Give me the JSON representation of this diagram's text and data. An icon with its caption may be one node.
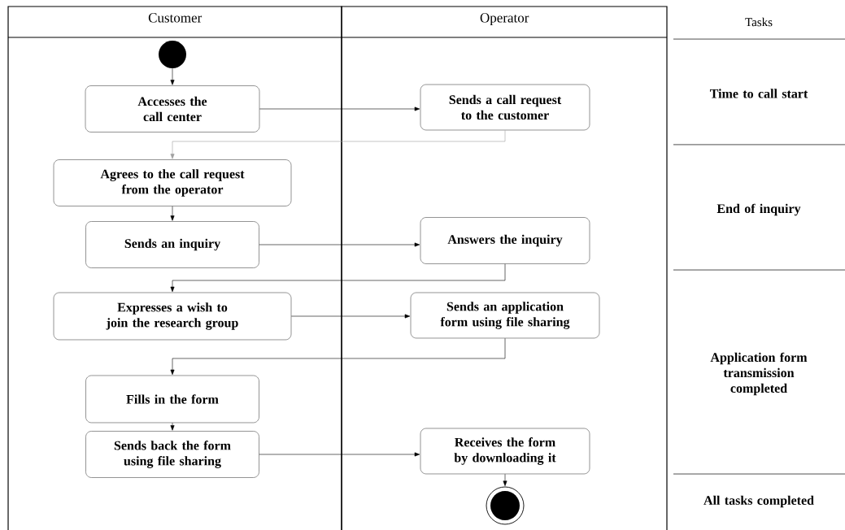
{
  "diagram": {
    "nodes": [
      {
        "text": [
          "Customer"
        ]
      },
      {
        "text": [
          "Operator"
        ]
      },
      {
        "text": [],
        "shape": "circle",
        "in": 0
      },
      {
        "text": [
          "Accesses the call center"
        ],
        "in": 0
      },
      {
        "text": [
          "Sends a call request to the customer"
        ],
        "in": 1
      },
      {
        "text": [
          "Agrees to the call request from the operator"
        ],
        "in": 0
      },
      {
        "text": [
          "Sends an inquiry"
        ],
        "in": 0
      },
      {
        "text": [
          "Answers the inquiry"
        ],
        "in": 1
      },
      {
        "text": [
          "Expresses a wish to join the research group"
        ],
        "in": 0
      },
      {
        "text": [
          "Sends an application form using file sharing"
        ],
        "in": 1
      },
      {
        "text": [
          "Fills in the form"
        ],
        "in": 0
      },
      {
        "text": [
          "Sends back the form using file sharing"
        ],
        "in": 0
      },
      {
        "text": [
          "Receives the form by downloading it"
        ],
        "in": 1
      },
      {
        "text": [],
        "shape": "circle",
        "in": 1
      }
    ],
    "edges": [
      {
        "from": 2,
        "to": 3,
        "arrow": "to"
      },
      {
        "from": 3,
        "to": 4,
        "arrow": "to"
      },
      {
        "from": 4,
        "to": 5,
        "arrow": "to",
        "color": "#a0a0a0"
      },
      {
        "from": 5,
        "to": 6,
        "arrow": "to"
      },
      {
        "from": 6,
        "to": 7,
        "arrow": "to"
      },
      {
        "from": 7,
        "to": 8,
        "arrow": "to"
      },
      {
        "from": 8,
        "to": 9,
        "arrow": "to"
      },
      {
        "from": 9,
        "to": 10,
        "arrow": "to"
      },
      {
        "from": 10,
        "to": 11,
        "arrow": "to"
      },
      {
        "from": 11,
        "to": 12,
        "arrow": "to"
      },
      {
        "from": 12,
        "to": 13,
        "arrow": "to"
      }
    ],
    "labels": [
      "Tasks",
      "Time to call start",
      "End of inquiry",
      "Application form transmission completed",
      "All tasks completed"
    ]
  }
}
